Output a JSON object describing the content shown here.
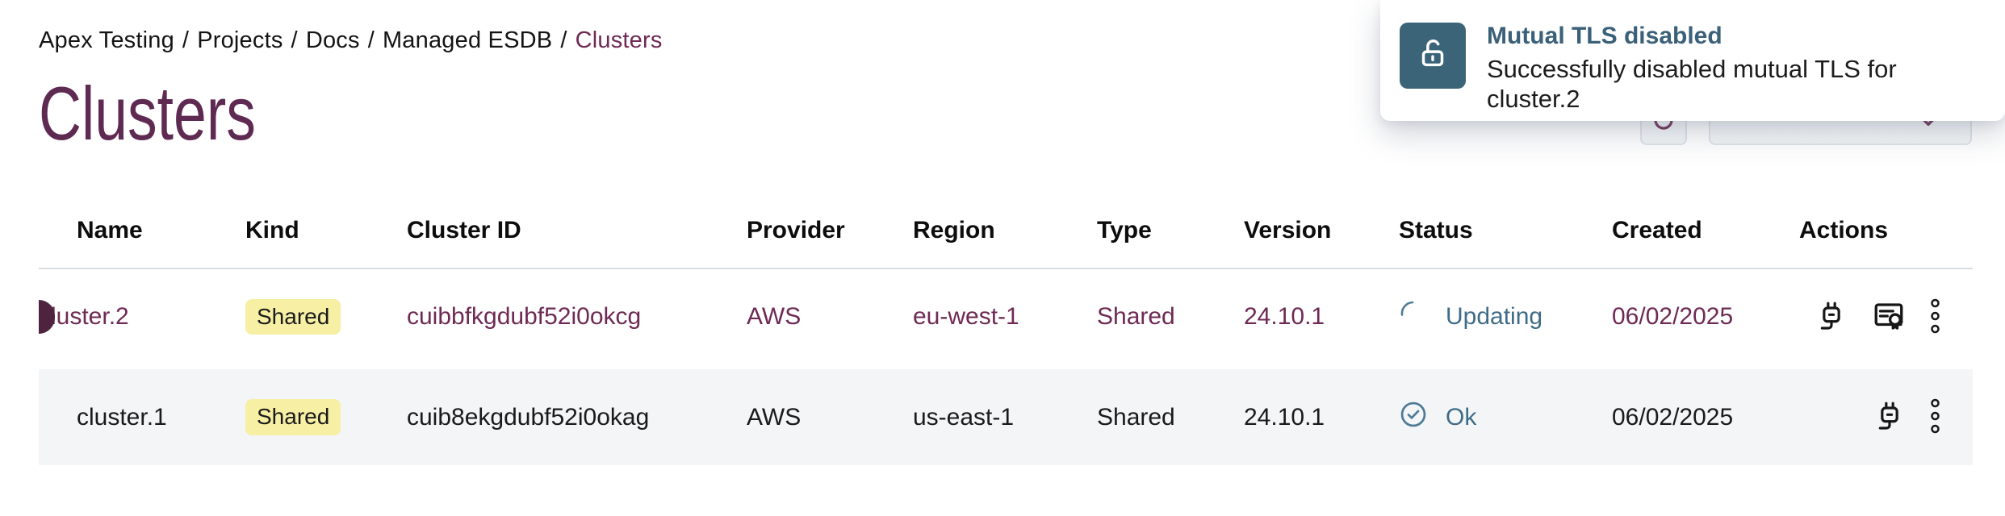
{
  "breadcrumb": {
    "separator": "/",
    "items": [
      "Apex Testing",
      "Projects",
      "Docs",
      "Managed ESDB"
    ],
    "current": "Clusters"
  },
  "page": {
    "title": "Clusters"
  },
  "toast": {
    "icon": "unlock-icon",
    "title": "Mutual TLS disabled",
    "message": "Successfully disabled mutual TLS for cluster.2"
  },
  "toolbar": {
    "refresh_icon": "refresh-icon",
    "dropdown_icon": "chevron-down-icon"
  },
  "table": {
    "columns": [
      "Name",
      "Kind",
      "Cluster ID",
      "Provider",
      "Region",
      "Type",
      "Version",
      "Status",
      "Created",
      "Actions"
    ],
    "rows": [
      {
        "name": "cluster.2",
        "kind_badge": "Shared",
        "cluster_id": "cuibbfkgdubf52i0okcg",
        "provider": "AWS",
        "region": "eu-west-1",
        "type": "Shared",
        "version": "24.10.1",
        "status": {
          "label": "Updating",
          "state": "updating",
          "icon": "spinner-icon"
        },
        "created": "06/02/2025",
        "actions": [
          "plug-icon",
          "certificate-icon",
          "kebab-menu-icon"
        ],
        "highlighted": true
      },
      {
        "name": "cluster.1",
        "kind_badge": "Shared",
        "cluster_id": "cuib8ekgdubf52i0okag",
        "provider": "AWS",
        "region": "us-east-1",
        "type": "Shared",
        "version": "24.10.1",
        "status": {
          "label": "Ok",
          "state": "ok",
          "icon": "check-circle-icon"
        },
        "created": "06/02/2025",
        "actions": [
          "plug-icon",
          "kebab-menu-icon"
        ],
        "highlighted": false
      }
    ]
  },
  "colors": {
    "accent_plum": "#6e2a54",
    "title_plum": "#5e2a52",
    "marker_plum": "#4f2240",
    "status_teal": "#3f6c87",
    "toast_icon_bg": "#3c6478",
    "toast_title_teal": "#3b607a",
    "badge_bg": "#f6efa4",
    "badge_text": "#1a1a1a",
    "row_alt_bg": "#f4f5f7"
  }
}
